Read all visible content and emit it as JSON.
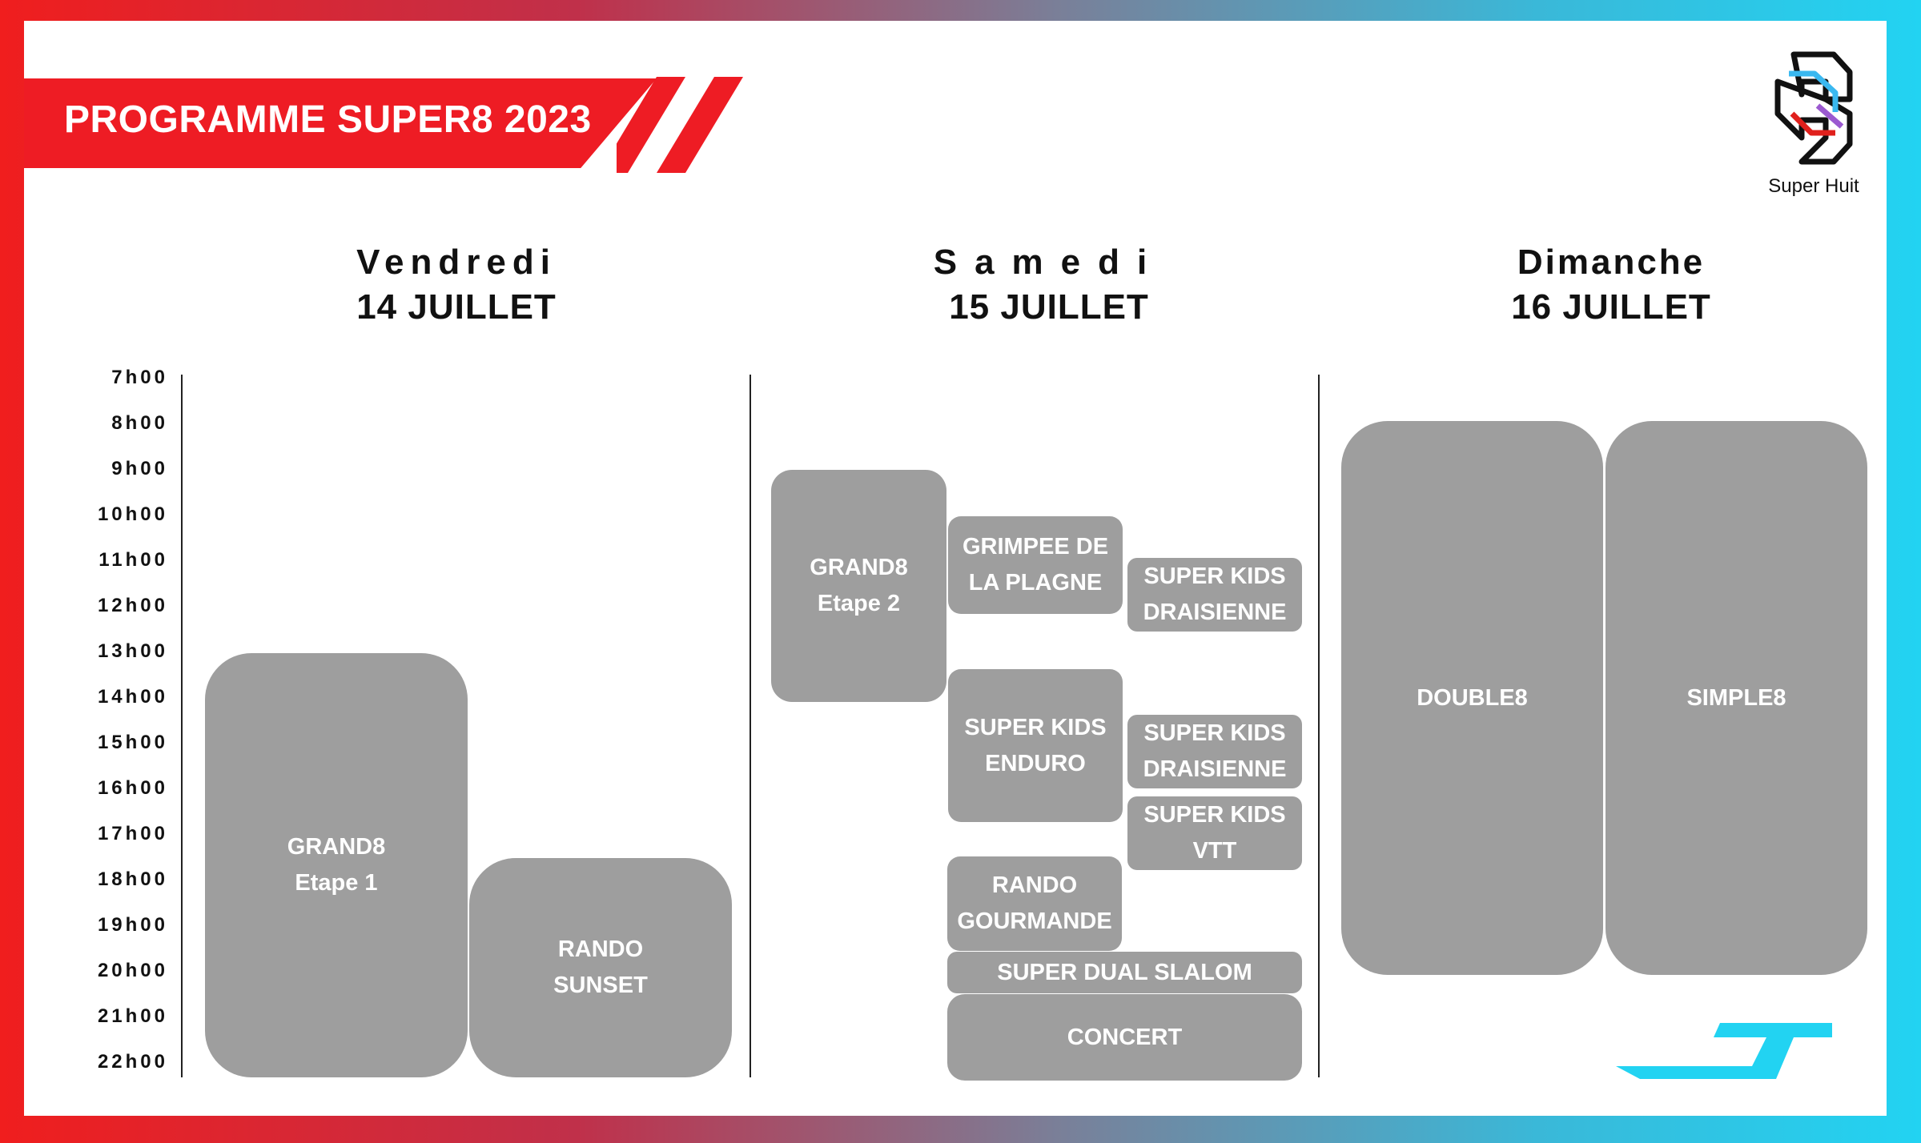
{
  "title": "PROGRAMME SUPER8 2023",
  "logo": {
    "caption": "Super Huit"
  },
  "colors": {
    "red": "#ee1c24",
    "cyan": "#22d3f2",
    "block": "#9e9e9e"
  },
  "days": [
    {
      "name": "Vendredi",
      "date": "14 JUILLET"
    },
    {
      "name": "Samedi",
      "date": "15 JUILLET"
    },
    {
      "name": "Dimanche",
      "date": "16 JUILLET"
    }
  ],
  "hours": [
    "7h00",
    "8h00",
    "9h00",
    "10h00",
    "11h00",
    "12h00",
    "13h00",
    "14h00",
    "15h00",
    "16h00",
    "17h00",
    "18h00",
    "19h00",
    "20h00",
    "21h00",
    "22h00"
  ],
  "events": {
    "fri_grand8": "GRAND8\nEtape 1",
    "fri_rando_sunset": "RANDO\nSUNSET",
    "sat_grand8": "GRAND8\nEtape 2",
    "sat_grimpee": "GRIMPEE DE\nLA PLAGNE",
    "sat_kids_draisienne_1": "SUPER KIDS\nDRAISIENNE",
    "sat_kids_enduro": "SUPER KIDS\nENDURO",
    "sat_kids_draisienne_2": "SUPER KIDS\nDRAISIENNE",
    "sat_kids_vtt": "SUPER KIDS\nVTT",
    "sat_rando_gourmande": "RANDO\nGOURMANDE",
    "sat_dual_slalom": "SUPER DUAL SLALOM",
    "sat_concert": "CONCERT",
    "sun_double8": "DOUBLE8",
    "sun_simple8": "SIMPLE8"
  }
}
